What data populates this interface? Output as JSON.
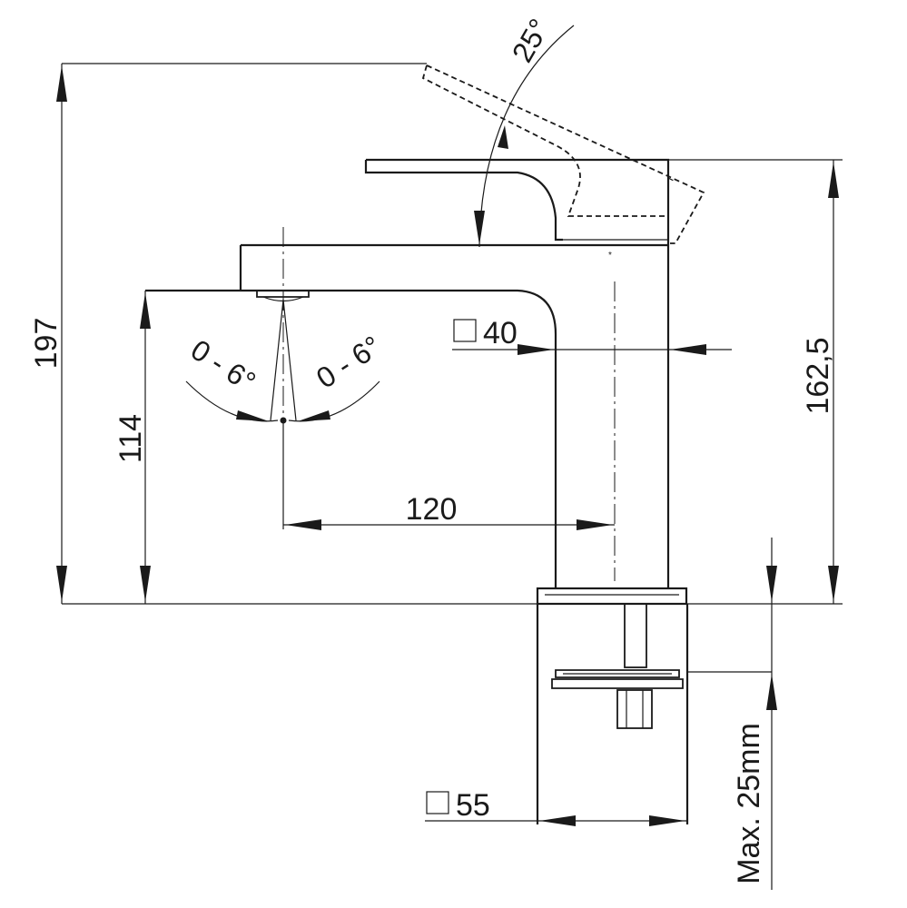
{
  "dimensions": {
    "overall_height": "197",
    "spout_height": "114",
    "body_height": "162,5",
    "spout_reach": "120",
    "body_width": "40",
    "base_width": "55",
    "lever_angle": "25°",
    "tilt_left": "0 - 6°",
    "tilt_right": "0 - 6°",
    "max_thickness": "Max. 25mm"
  }
}
